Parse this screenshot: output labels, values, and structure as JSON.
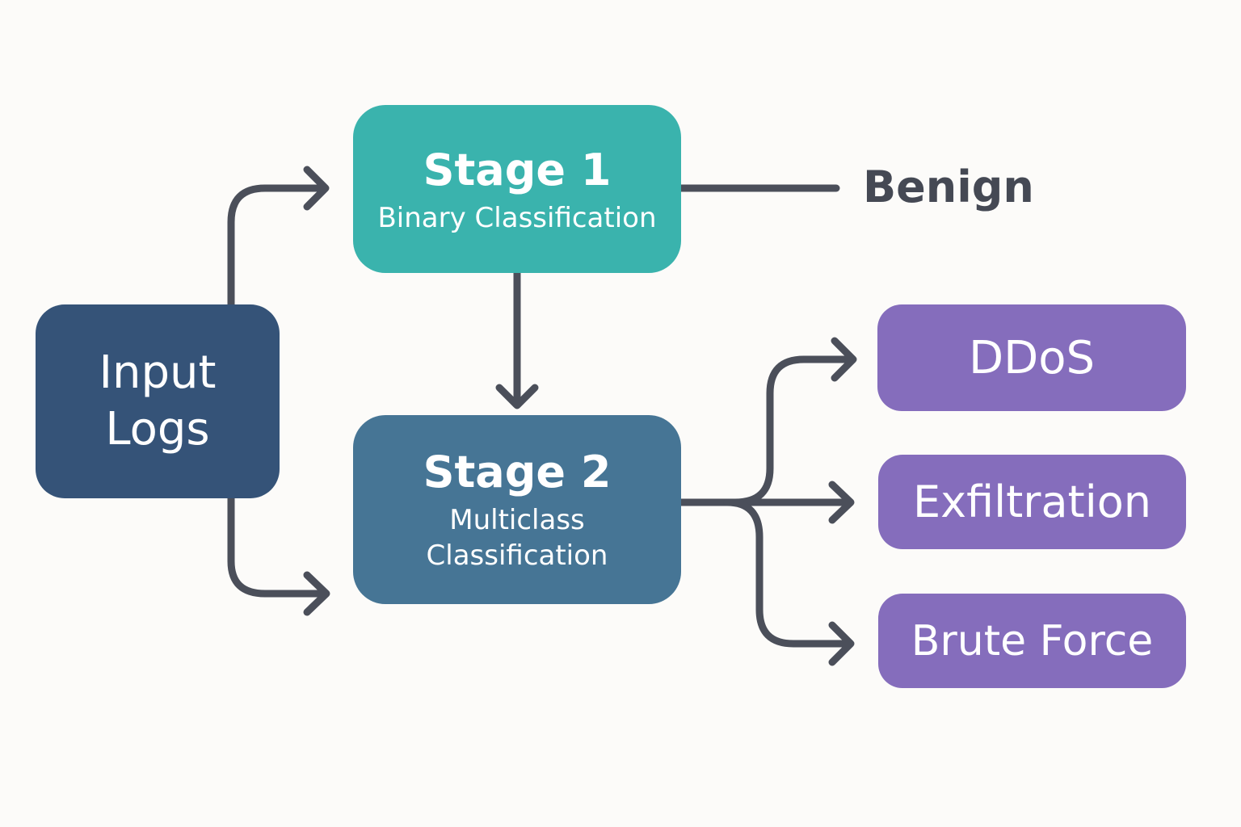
{
  "nodes": {
    "input": {
      "line1": "Input",
      "line2": "Logs"
    },
    "stage1": {
      "title": "Stage 1",
      "subtitle": "Binary Classification"
    },
    "stage2": {
      "title": "Stage 2",
      "subtitle1": "Multiclass",
      "subtitle2": "Classification"
    },
    "benign": "Benign",
    "ddos": "DDoS",
    "exfiltration": "Exfiltration",
    "brute_force": "Brute Force"
  },
  "colors": {
    "input": "#355378",
    "stage1": "#3ab3ad",
    "stage2": "#467595",
    "attack": "#856dbc",
    "arrow": "#4b4f5a"
  }
}
